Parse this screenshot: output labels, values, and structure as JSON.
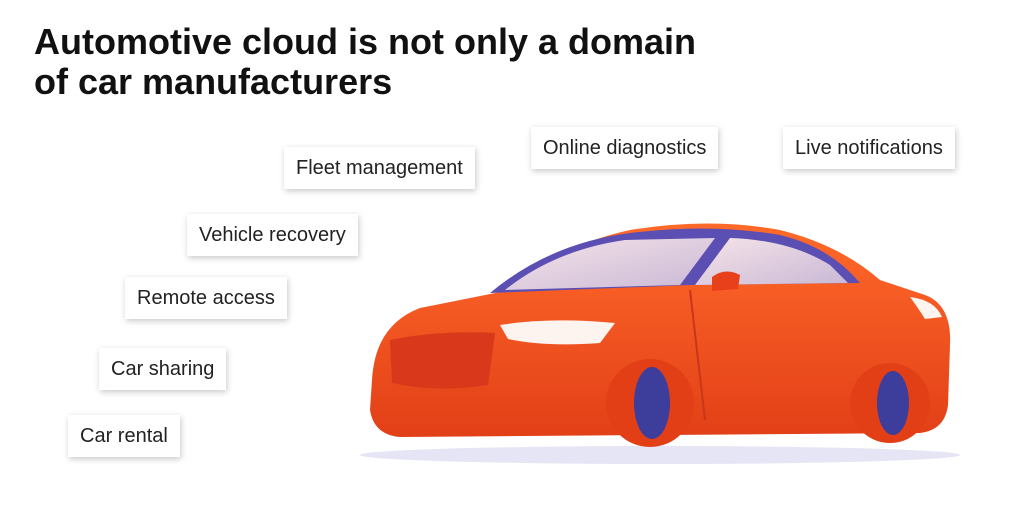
{
  "title": {
    "line1": "Automotive cloud is not only a domain",
    "line2": "of car manufacturers"
  },
  "labels": [
    "Fleet management",
    "Online diagnostics",
    "Live notifications",
    "Vehicle recovery",
    "Remote access",
    "Car sharing",
    "Car rental"
  ],
  "colors": {
    "car_body": "#ff5a1f",
    "car_body_dark": "#e8401a",
    "windows": "#5b4fb3",
    "wheels": "#3d3d9c",
    "shadow": "#e5e5f5"
  },
  "illustration": "car-illustration"
}
